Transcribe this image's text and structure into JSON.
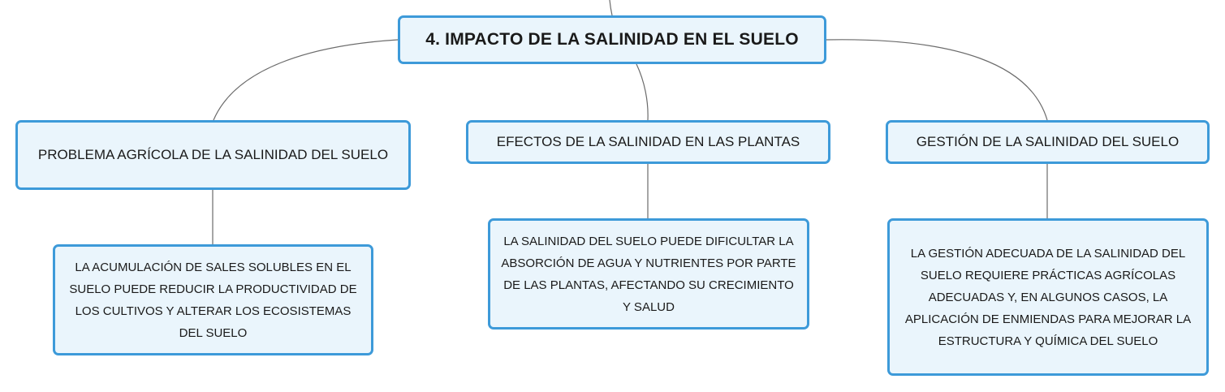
{
  "mindmap": {
    "root": {
      "title": "4. IMPACTO DE LA SALINIDAD EN EL SUELO"
    },
    "topics": [
      {
        "label": "PROBLEMA AGRÍCOLA DE LA SALINIDAD DEL SUELO",
        "detail": "LA ACUMULACIÓN DE SALES SOLUBLES EN EL SUELO PUEDE REDUCIR LA PRODUCTIVIDAD DE LOS CULTIVOS Y ALTERAR LOS ECOSISTEMAS DEL SUELO"
      },
      {
        "label": "EFECTOS DE LA SALINIDAD EN LAS PLANTAS",
        "detail": "LA SALINIDAD DEL SUELO PUEDE DIFICULTAR LA ABSORCIÓN DE AGUA Y NUTRIENTES POR PARTE DE LAS PLANTAS, AFECTANDO SU CRECIMIENTO Y SALUD"
      },
      {
        "label": "GESTIÓN DE LA SALINIDAD DEL SUELO",
        "detail": "LA GESTIÓN ADECUADA DE LA SALINIDAD DEL SUELO REQUIERE PRÁCTICAS AGRÍCOLAS ADECUADAS Y, EN ALGUNOS CASOS, LA APLICACIÓN DE ENMIENDAS PARA MEJORAR LA ESTRUCTURA Y QUÍMICA DEL SUELO"
      }
    ],
    "colors": {
      "node_border": "#3d9ad9",
      "node_fill": "#eaf5fc",
      "connector": "#6b6b6b",
      "text": "#1a1a1a"
    }
  }
}
